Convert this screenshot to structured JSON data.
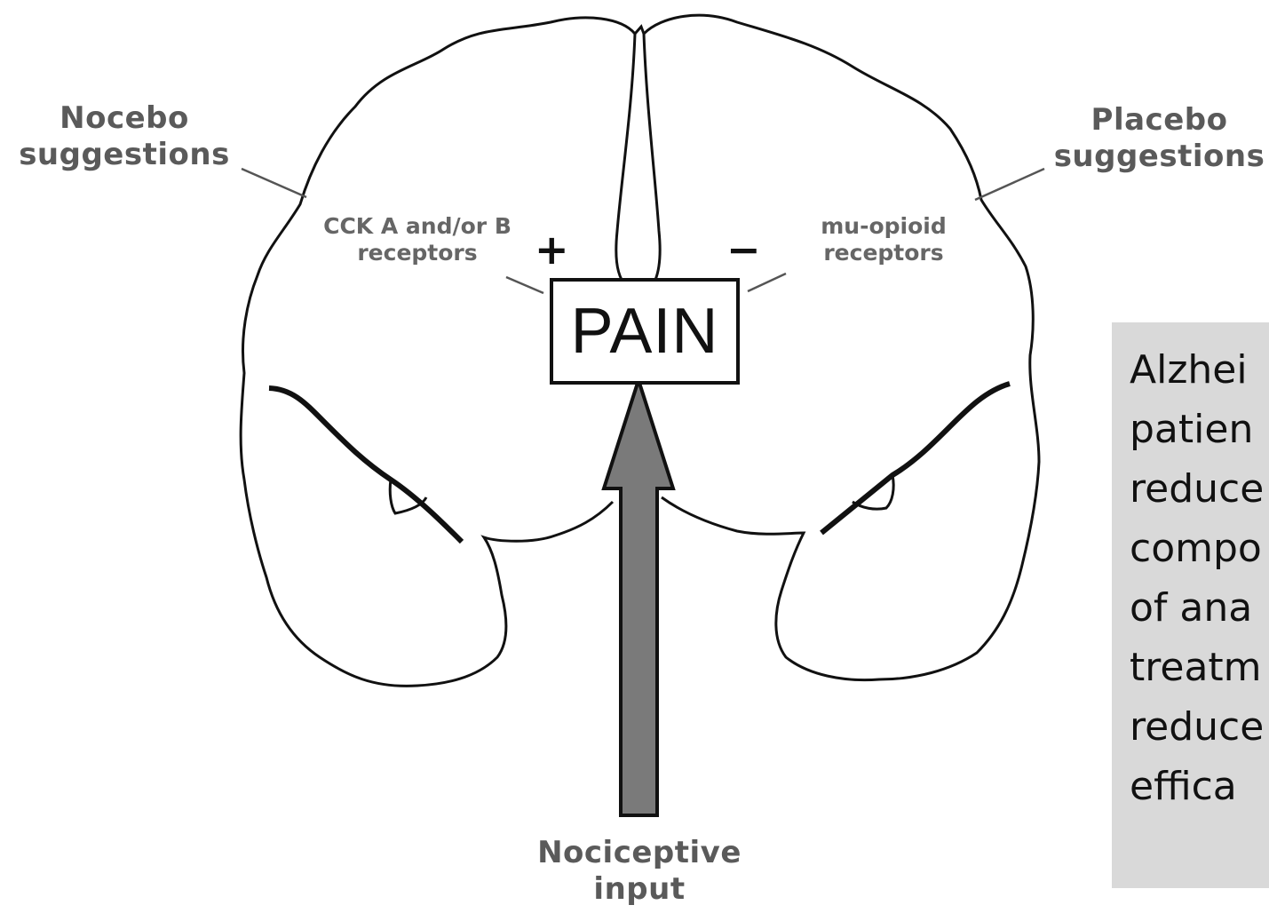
{
  "diagram": {
    "center_label": "PAIN",
    "labels": {
      "nocebo": [
        "Nocebo",
        "suggestions"
      ],
      "placebo": [
        "Placebo",
        "suggestions"
      ],
      "cck": [
        "CCK A and/or B",
        "receptors"
      ],
      "opioid": [
        "mu-opioid",
        "receptors"
      ],
      "nociceptive": [
        "Nociceptive",
        "input"
      ]
    },
    "plus_sign": "+",
    "minus_sign": "−",
    "colors": {
      "outline": "#111111",
      "arrow_fill": "#7a7a7a",
      "label_text": "#5a5a5a",
      "note_background": "#d9d9d9"
    }
  },
  "note": {
    "lines": [
      "Alzhei",
      "patien",
      "reduce",
      "compo",
      "of ana",
      "treatm",
      "reduce",
      "effica"
    ]
  }
}
